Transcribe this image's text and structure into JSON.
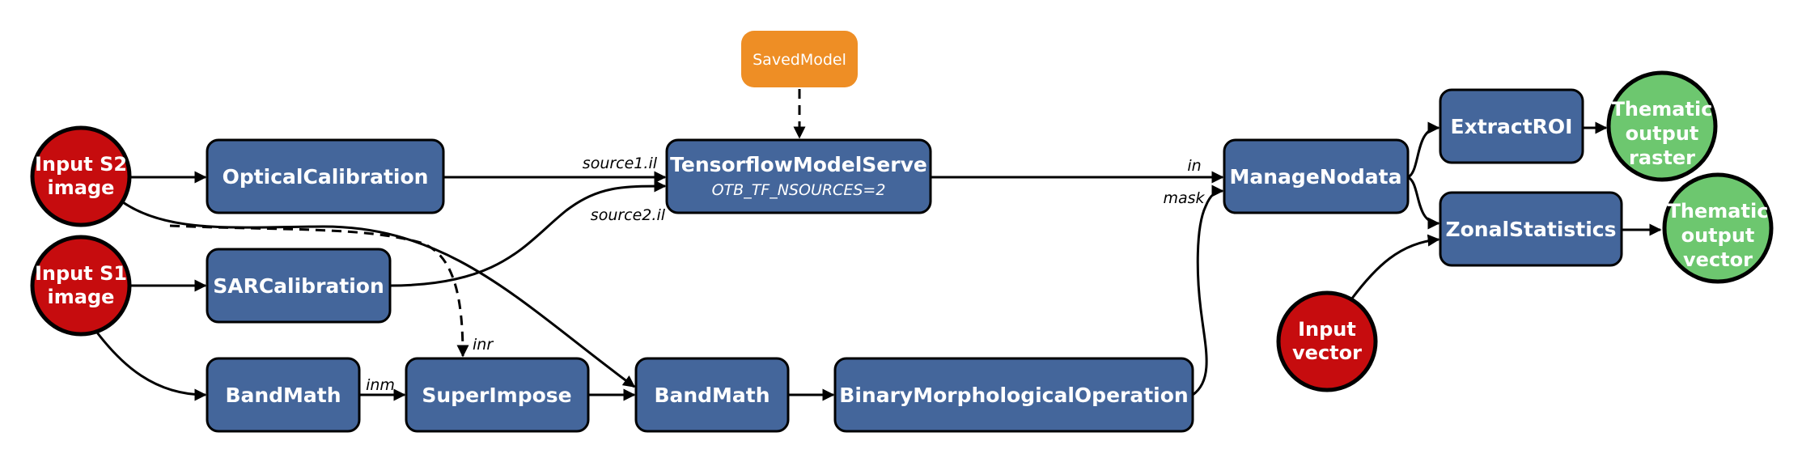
{
  "nodes": {
    "input_s2": [
      "Input S2",
      "image"
    ],
    "input_s1": [
      "Input S1",
      "image"
    ],
    "input_vector": [
      "Input",
      "vector"
    ],
    "optical_calibration": "OpticalCalibration",
    "sar_calibration": "SARCalibration",
    "bandmath_1": "BandMath",
    "superimpose": "SuperImpose",
    "bandmath_2": "BandMath",
    "binary_morph": "BinaryMorphologicalOperation",
    "saved_model": "SavedModel",
    "tf_model_serve": "TensorflowModelServe",
    "tf_model_serve_sub": "OTB_TF_NSOURCES=2",
    "manage_nodata": "ManageNodata",
    "extract_roi": "ExtractROI",
    "zonal_statistics": "ZonalStatistics",
    "output_raster": [
      "Thematic",
      "output",
      "raster"
    ],
    "output_vector": [
      "Thematic",
      "output",
      "vector"
    ]
  },
  "edge_labels": {
    "source1": "source1.il",
    "source2": "source2.il",
    "in": "in",
    "mask": "mask",
    "inr": "inr",
    "inm": "inm"
  },
  "colors": {
    "process": "#44669b",
    "input": "#c60c0e",
    "output": "#6dc76f",
    "model": "#ee8e25"
  }
}
